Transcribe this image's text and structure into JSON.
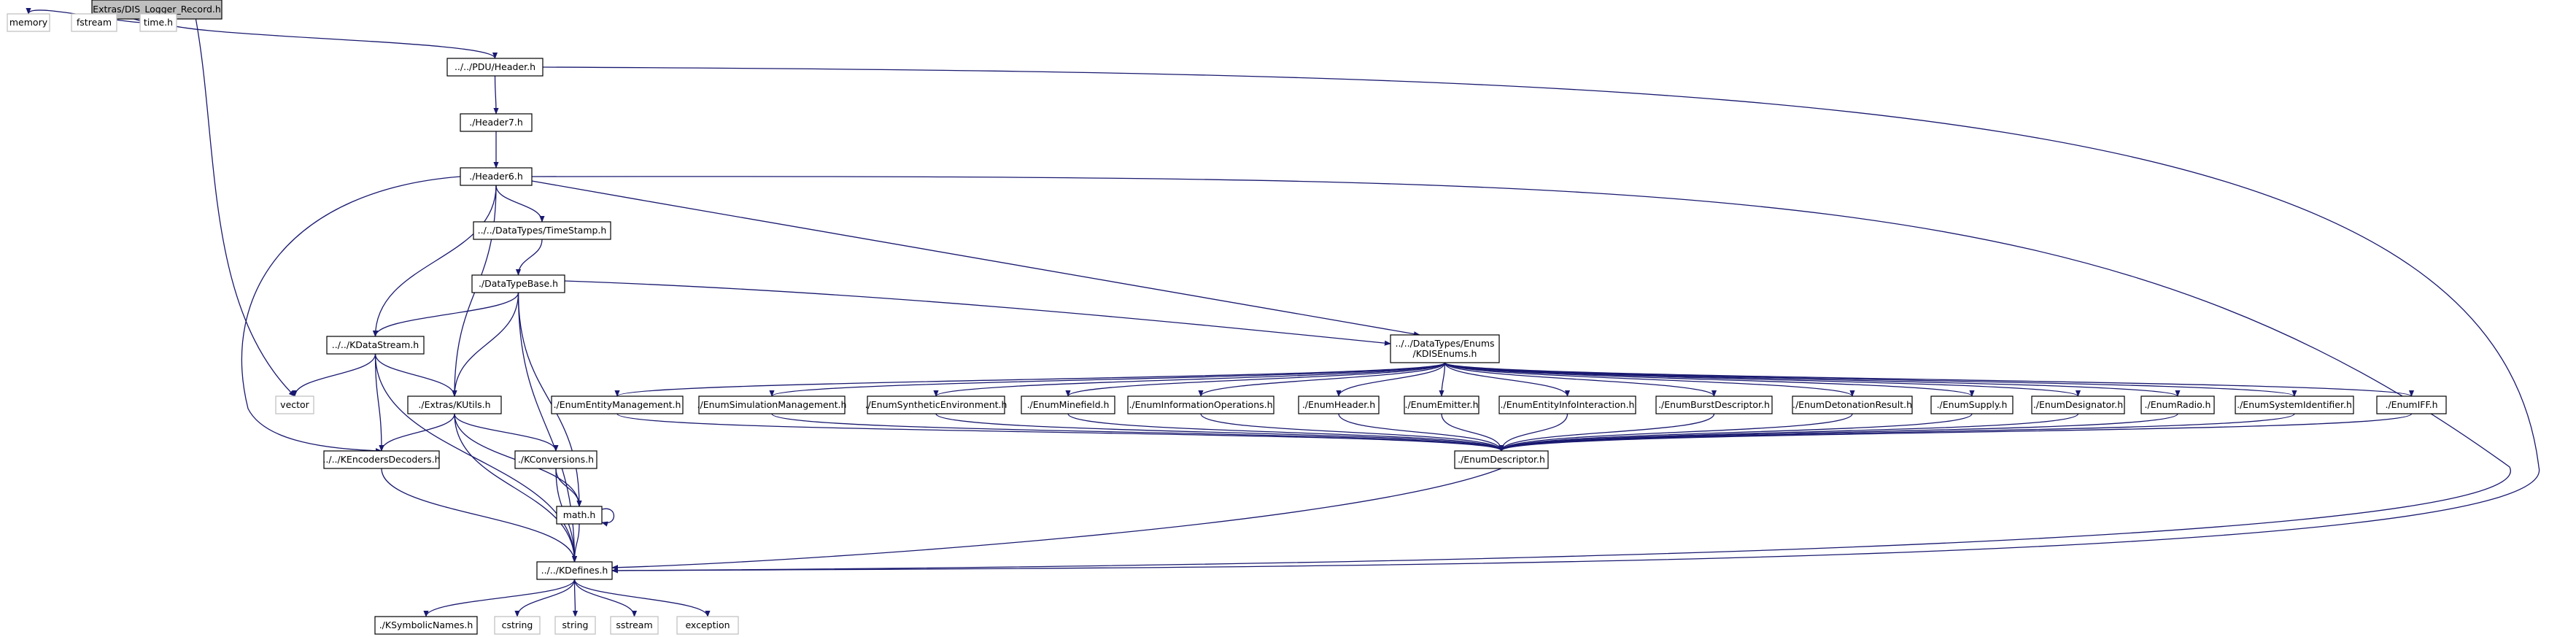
{
  "colors": {
    "edge": "#191970",
    "node_border": "#000000",
    "node_fill": "#ffffff",
    "external_border": "#bfbfbf",
    "external_text": "#4d4d4d",
    "root_fill": "#bfbfbf"
  },
  "nodes": [
    {
      "id": "root",
      "label": "Extras/DIS_Logger_Record.h",
      "kind": "root"
    },
    {
      "id": "memory",
      "label": "memory",
      "kind": "external"
    },
    {
      "id": "fstream",
      "label": "fstream",
      "kind": "external"
    },
    {
      "id": "time",
      "label": "time.h",
      "kind": "external"
    },
    {
      "id": "pdu_header",
      "label": "../../PDU/Header.h",
      "kind": "file"
    },
    {
      "id": "header7",
      "label": "./Header7.h",
      "kind": "file"
    },
    {
      "id": "header6",
      "label": "./Header6.h",
      "kind": "file"
    },
    {
      "id": "timestamp",
      "label": "../../DataTypes/TimeStamp.h",
      "kind": "file"
    },
    {
      "id": "datatypebase",
      "label": "./DataTypeBase.h",
      "kind": "file"
    },
    {
      "id": "datastream",
      "label": "../../KDataStream.h",
      "kind": "file"
    },
    {
      "id": "vector",
      "label": "vector",
      "kind": "external"
    },
    {
      "id": "kutils",
      "label": "./Extras/KUtils.h",
      "kind": "file"
    },
    {
      "id": "kenc",
      "label": "../../KEncodersDecoders.h",
      "kind": "file"
    },
    {
      "id": "kconv",
      "label": "./KConversions.h",
      "kind": "file"
    },
    {
      "id": "math",
      "label": "math.h",
      "kind": "file"
    },
    {
      "id": "kdefines",
      "label": "../../KDefines.h",
      "kind": "file"
    },
    {
      "id": "ksym",
      "label": "./KSymbolicNames.h",
      "kind": "file"
    },
    {
      "id": "cstring",
      "label": "cstring",
      "kind": "external"
    },
    {
      "id": "string",
      "label": "string",
      "kind": "external"
    },
    {
      "id": "sstream",
      "label": "sstream",
      "kind": "external"
    },
    {
      "id": "exception",
      "label": "exception",
      "kind": "external"
    },
    {
      "id": "kdisenums",
      "label": "../../DataTypes/Enums\n/KDISEnums.h",
      "kind": "file"
    },
    {
      "id": "e_entity",
      "label": "./EnumEntityManagement.h",
      "kind": "file"
    },
    {
      "id": "e_sim",
      "label": "./EnumSimulationManagement.h",
      "kind": "file"
    },
    {
      "id": "e_synth",
      "label": "./EnumSyntheticEnvironment.h",
      "kind": "file"
    },
    {
      "id": "e_mine",
      "label": "./EnumMinefield.h",
      "kind": "file"
    },
    {
      "id": "e_info",
      "label": "./EnumInformationOperations.h",
      "kind": "file"
    },
    {
      "id": "e_header",
      "label": "./EnumHeader.h",
      "kind": "file"
    },
    {
      "id": "e_emitter",
      "label": "./EnumEmitter.h",
      "kind": "file"
    },
    {
      "id": "e_eii",
      "label": "./EnumEntityInfoInteraction.h",
      "kind": "file"
    },
    {
      "id": "e_burst",
      "label": "./EnumBurstDescriptor.h",
      "kind": "file"
    },
    {
      "id": "e_deton",
      "label": "./EnumDetonationResult.h",
      "kind": "file"
    },
    {
      "id": "e_supply",
      "label": "./EnumSupply.h",
      "kind": "file"
    },
    {
      "id": "e_desig",
      "label": "./EnumDesignator.h",
      "kind": "file"
    },
    {
      "id": "e_radio",
      "label": "./EnumRadio.h",
      "kind": "file"
    },
    {
      "id": "e_sysid",
      "label": "./EnumSystemIdentifier.h",
      "kind": "file"
    },
    {
      "id": "e_iff",
      "label": "./EnumIFF.h",
      "kind": "file"
    },
    {
      "id": "e_desc",
      "label": "./EnumDescriptor.h",
      "kind": "file"
    }
  ],
  "edges": [
    [
      "root",
      "memory"
    ],
    [
      "root",
      "fstream"
    ],
    [
      "root",
      "time"
    ],
    [
      "root",
      "pdu_header"
    ],
    [
      "root",
      "vector"
    ],
    [
      "pdu_header",
      "header7"
    ],
    [
      "pdu_header",
      "kdefines"
    ],
    [
      "header7",
      "header6"
    ],
    [
      "header6",
      "timestamp"
    ],
    [
      "header6",
      "datastream"
    ],
    [
      "header6",
      "kutils"
    ],
    [
      "header6",
      "kenc"
    ],
    [
      "header6",
      "kdisenums"
    ],
    [
      "header6",
      "kdefines"
    ],
    [
      "timestamp",
      "datatypebase"
    ],
    [
      "datatypebase",
      "datastream"
    ],
    [
      "datatypebase",
      "kutils"
    ],
    [
      "datatypebase",
      "kdisenums"
    ],
    [
      "datatypebase",
      "kdefines"
    ],
    [
      "datatypebase",
      "math"
    ],
    [
      "datastream",
      "vector"
    ],
    [
      "datastream",
      "kutils"
    ],
    [
      "datastream",
      "kenc"
    ],
    [
      "datastream",
      "kdefines"
    ],
    [
      "kutils",
      "kenc"
    ],
    [
      "kutils",
      "kconv"
    ],
    [
      "kutils",
      "kdefines"
    ],
    [
      "kutils",
      "math"
    ],
    [
      "kenc",
      "kdefines"
    ],
    [
      "kconv",
      "math"
    ],
    [
      "kconv",
      "kdefines"
    ],
    [
      "math",
      "kdefines"
    ],
    [
      "math",
      "math"
    ],
    [
      "kdefines",
      "ksym"
    ],
    [
      "kdefines",
      "cstring"
    ],
    [
      "kdefines",
      "string"
    ],
    [
      "kdefines",
      "sstream"
    ],
    [
      "kdefines",
      "exception"
    ],
    [
      "kdisenums",
      "e_entity"
    ],
    [
      "kdisenums",
      "e_sim"
    ],
    [
      "kdisenums",
      "e_synth"
    ],
    [
      "kdisenums",
      "e_mine"
    ],
    [
      "kdisenums",
      "e_info"
    ],
    [
      "kdisenums",
      "e_header"
    ],
    [
      "kdisenums",
      "e_emitter"
    ],
    [
      "kdisenums",
      "e_eii"
    ],
    [
      "kdisenums",
      "e_burst"
    ],
    [
      "kdisenums",
      "e_deton"
    ],
    [
      "kdisenums",
      "e_supply"
    ],
    [
      "kdisenums",
      "e_desig"
    ],
    [
      "kdisenums",
      "e_radio"
    ],
    [
      "kdisenums",
      "e_sysid"
    ],
    [
      "kdisenums",
      "e_iff"
    ],
    [
      "e_entity",
      "e_desc"
    ],
    [
      "e_sim",
      "e_desc"
    ],
    [
      "e_synth",
      "e_desc"
    ],
    [
      "e_mine",
      "e_desc"
    ],
    [
      "e_info",
      "e_desc"
    ],
    [
      "e_header",
      "e_desc"
    ],
    [
      "e_emitter",
      "e_desc"
    ],
    [
      "e_eii",
      "e_desc"
    ],
    [
      "e_burst",
      "e_desc"
    ],
    [
      "e_deton",
      "e_desc"
    ],
    [
      "e_supply",
      "e_desc"
    ],
    [
      "e_desig",
      "e_desc"
    ],
    [
      "e_radio",
      "e_desc"
    ],
    [
      "e_sysid",
      "e_desc"
    ],
    [
      "e_iff",
      "e_desc"
    ],
    [
      "e_desc",
      "kdefines"
    ]
  ]
}
